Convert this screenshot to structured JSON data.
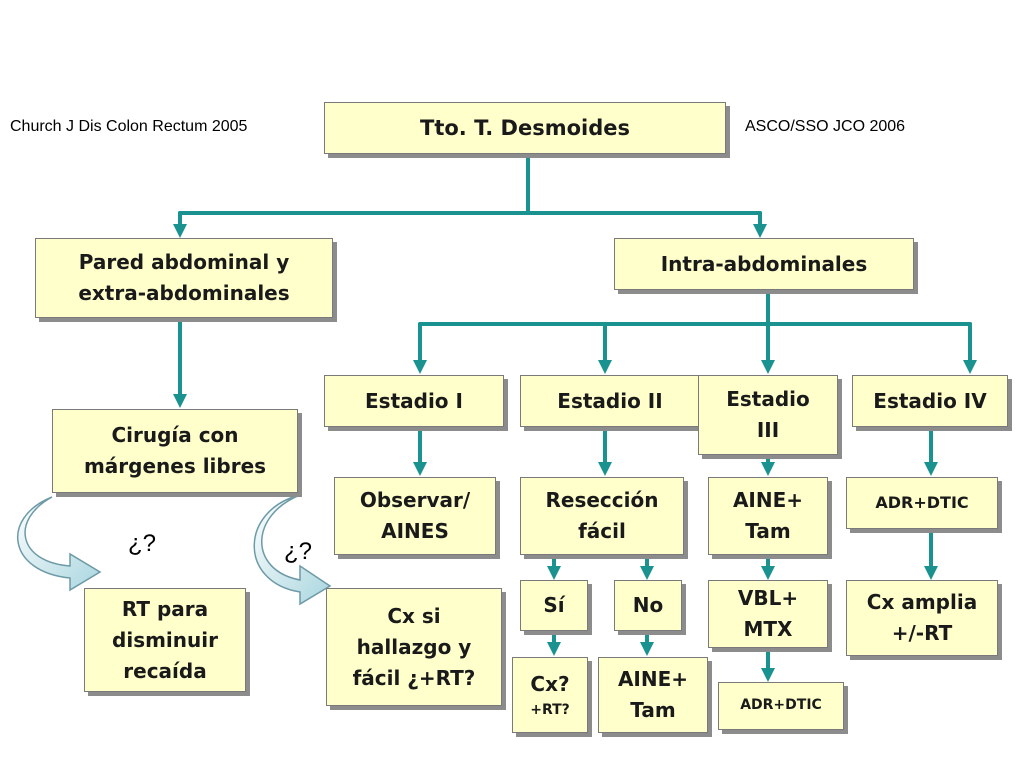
{
  "citations": {
    "left": "Church J Dis Colon Rectum 2005",
    "right": "ASCO/SSO  JCO 2006"
  },
  "nodes": {
    "root": "Tto. T. Desmoides",
    "pared": [
      "Pared abdominal y",
      "extra-abdominales"
    ],
    "intra": "Intra-abdominales",
    "cirugia": [
      "Cirugía con",
      "márgenes libres"
    ],
    "rt": [
      "RT para",
      "disminuir",
      "recaída"
    ],
    "estadio1": "Estadio I",
    "estadio2": "Estadio II",
    "estadio3": [
      "Estadio",
      "III"
    ],
    "estadio4": "Estadio IV",
    "observar": [
      "Observar/",
      "AINES"
    ],
    "reseccion": [
      "Resección",
      "fácil"
    ],
    "aine_tam_1": [
      "AINE+",
      "Tam"
    ],
    "adr_dtic_1": "ADR+DTIC",
    "cx_si": [
      "Cx si",
      "hallazgo y",
      "fácil ¿+RT?"
    ],
    "si": "Sí",
    "no": "No",
    "vbl_mtx": [
      "VBL+",
      "MTX"
    ],
    "cx_amplia": [
      "Cx amplia",
      "+/-RT"
    ],
    "cx_q": [
      "Cx?",
      "+RT?"
    ],
    "aine_tam_2": [
      "AINE+",
      "Tam"
    ],
    "adr_dtic_2": "ADR+DTIC"
  },
  "question_marks": [
    "¿?",
    "¿?"
  ],
  "colors": {
    "box_fill": "#ffffcc",
    "connector": "#1a9390",
    "curved_arrow_fill": "#d6eef2",
    "curved_arrow_stroke": "#6d9aa6"
  }
}
